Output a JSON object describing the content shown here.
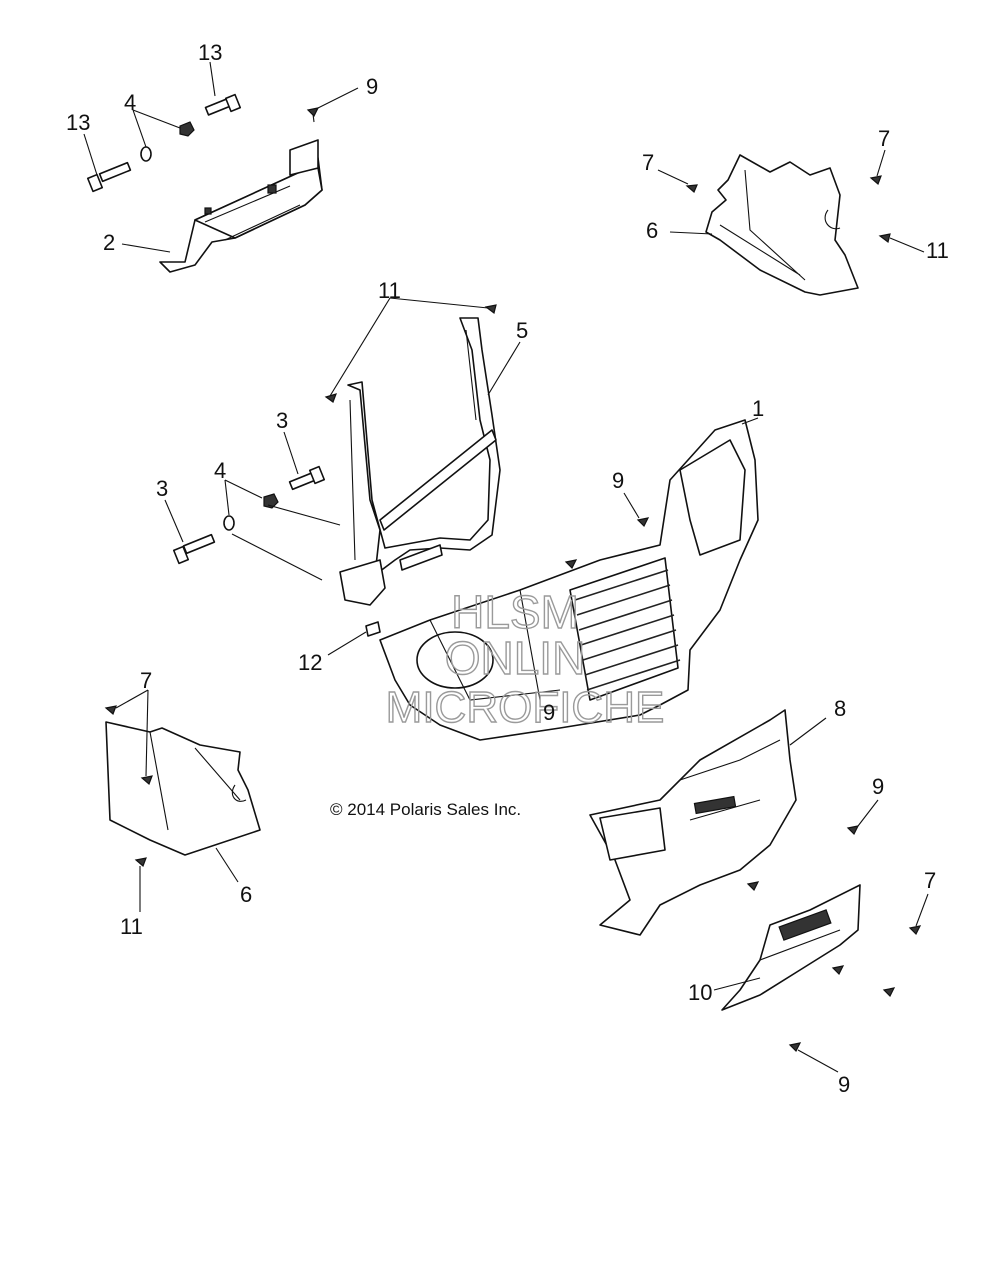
{
  "diagram": {
    "copyright": "© 2014 Polaris Sales Inc.",
    "watermark": [
      "HLSM",
      "ONLIN",
      "MICROFICHE"
    ],
    "callouts": [
      {
        "id": "c13a",
        "label": "13"
      },
      {
        "id": "c13b",
        "label": "13"
      },
      {
        "id": "c4a",
        "label": "4"
      },
      {
        "id": "c9a",
        "label": "9"
      },
      {
        "id": "c2",
        "label": "2"
      },
      {
        "id": "c7a",
        "label": "7"
      },
      {
        "id": "c7b",
        "label": "7"
      },
      {
        "id": "c6a",
        "label": "6"
      },
      {
        "id": "c11a",
        "label": "11"
      },
      {
        "id": "c11b",
        "label": "11"
      },
      {
        "id": "c5",
        "label": "5"
      },
      {
        "id": "c3a",
        "label": "3"
      },
      {
        "id": "c3b",
        "label": "3"
      },
      {
        "id": "c4b",
        "label": "4"
      },
      {
        "id": "c1",
        "label": "1"
      },
      {
        "id": "c9b",
        "label": "9"
      },
      {
        "id": "c12",
        "label": "12"
      },
      {
        "id": "c9c",
        "label": "9"
      },
      {
        "id": "c7c",
        "label": "7"
      },
      {
        "id": "c8",
        "label": "8"
      },
      {
        "id": "c9d",
        "label": "9"
      },
      {
        "id": "c6b",
        "label": "6"
      },
      {
        "id": "c11c",
        "label": "11"
      },
      {
        "id": "c7d",
        "label": "7"
      },
      {
        "id": "c10",
        "label": "10"
      },
      {
        "id": "c9e",
        "label": "9"
      }
    ]
  }
}
